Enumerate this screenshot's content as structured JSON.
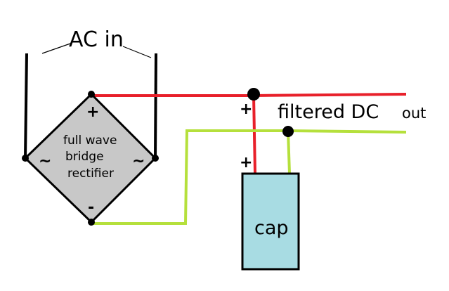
{
  "labels": {
    "ac_in": "AC in",
    "filtered_dc": "filtered DC",
    "out": "out",
    "bridge_line1": "full wave",
    "bridge_line2": "bridge",
    "bridge_line3": "rectifier",
    "bridge_plus": "+",
    "bridge_minus": "-",
    "tilde_left": "~",
    "tilde_right": "~",
    "rail_plus": "+",
    "cap_plus": "+",
    "capacitor": "cap"
  },
  "colors": {
    "positive_wire": "#e8202a",
    "negative_wire": "#b5e03c",
    "bridge_fill": "#c8c8c8",
    "capacitor_fill": "#a8dce3",
    "ac_wire": "#000000",
    "node": "#000000"
  }
}
